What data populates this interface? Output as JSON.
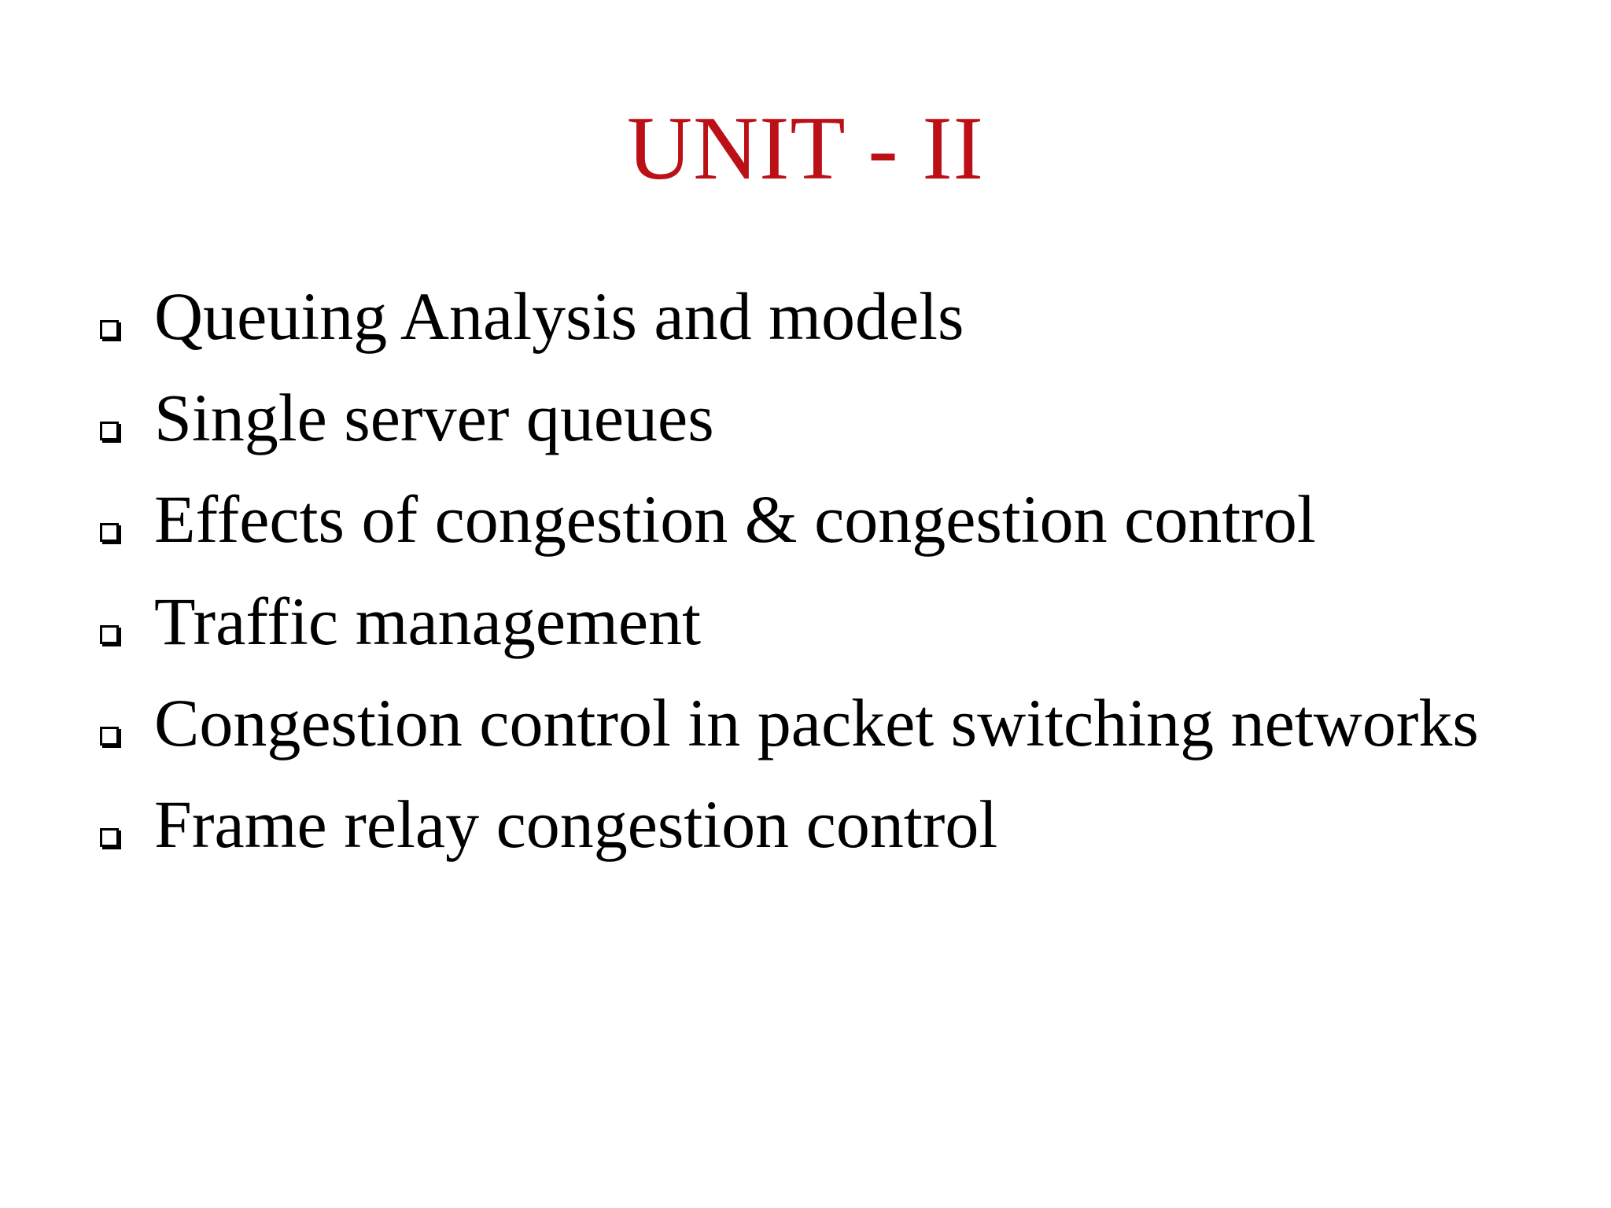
{
  "slide": {
    "title": "UNIT - II",
    "bullet_items": [
      "Queuing Analysis and models",
      "Single server queues",
      "Effects of congestion & congestion control",
      "Traffic management",
      "Congestion control in packet switching networks",
      "Frame relay congestion control"
    ],
    "colors": {
      "title": "#bb1016",
      "body_text": "#000000",
      "background": "#ffffff"
    },
    "bullet_icon": "shadowed-square-bullet"
  }
}
